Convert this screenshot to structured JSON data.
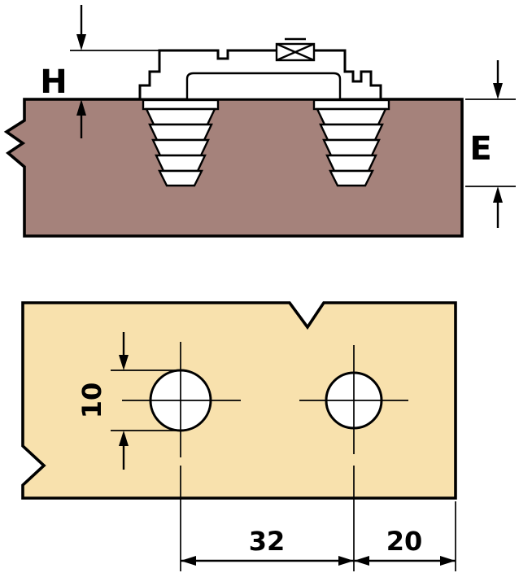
{
  "diagram": {
    "labels": {
      "height": "H",
      "depth": "E",
      "hole_diameter": "10",
      "hole_spacing": "32",
      "edge_distance": "20"
    },
    "colors": {
      "side_panel_fill": "#a5827b",
      "top_panel_fill": "#f8e1ad",
      "line": "#000000",
      "background": "#ffffff"
    }
  }
}
